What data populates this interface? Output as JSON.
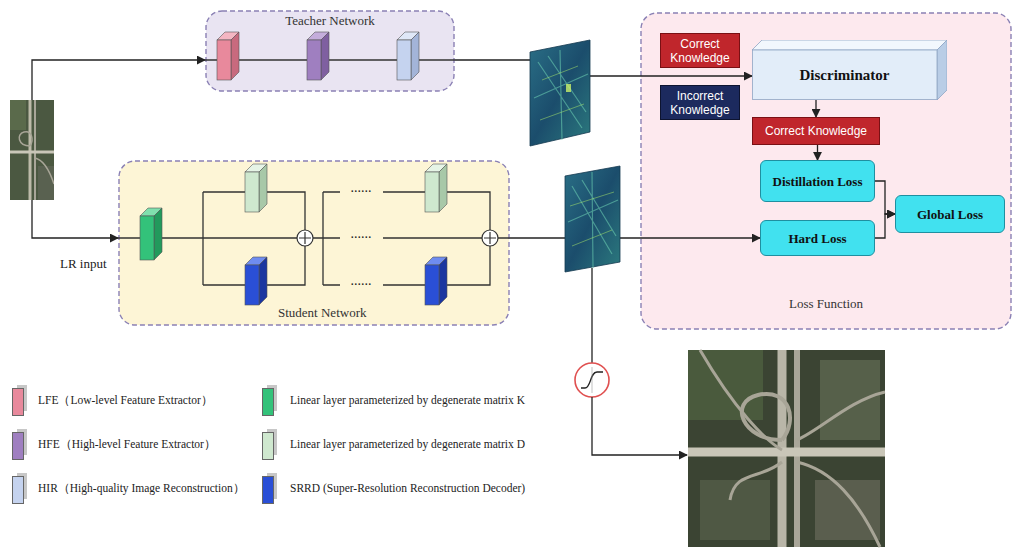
{
  "diagram": {
    "nodes": [
      {
        "text": [
          "Teacher Network"
        ]
      },
      {
        "text": [
          "Loss Function"
        ]
      },
      {
        "text": [
          "Correct Knowledge"
        ],
        "in": 1
      },
      {
        "text": [
          "Discriminator"
        ],
        "in": 1
      },
      {
        "text": [
          "Incorrect Knowledge"
        ],
        "in": 1
      },
      {
        "text": [
          "Correct Knowledge"
        ],
        "in": 1
      },
      {
        "text": [
          "LR input"
        ]
      },
      {
        "text": [
          "Student Network"
        ]
      },
      {
        "text": [
          "Distillation Loss"
        ],
        "in": 1
      },
      {
        "text": [
          "Hard Loss"
        ],
        "in": 1
      },
      {
        "text": [
          "Global Loss"
        ],
        "in": 1
      }
    ],
    "edges": [
      {
        "from": 6,
        "to": 0,
        "arrow": "to"
      },
      {
        "from": 6,
        "to": 7,
        "arrow": "to"
      },
      {
        "from": 0,
        "to": 3,
        "arrow": "to"
      },
      {
        "from": 3,
        "to": 5,
        "arrow": "to"
      },
      {
        "from": 5,
        "to": 8,
        "arrow": "to"
      },
      {
        "from": 8,
        "to": 10,
        "arrow": "to"
      },
      {
        "from": 9,
        "to": 10,
        "arrow": "to"
      },
      {
        "from": 7,
        "to": 9,
        "arrow": "to"
      }
    ],
    "labels": [
      "......",
      "......",
      "......"
    ],
    "legend": [
      {
        "text": "LFE（Low-level Feature Extractor）",
        "color": "#e8899c"
      },
      {
        "text": "Linear layer parameterized by degenerate matrix K",
        "color": "#33c27a"
      },
      {
        "text": "HFE（High-level Feature Extractor）",
        "color": "#9f7fc0"
      },
      {
        "text": "Linear layer parameterized by degenerate matrix D",
        "color": "#cfe8cf"
      },
      {
        "text": "HIR（High-quality Image Reconstruction）",
        "color": "#c5d3ef"
      },
      {
        "text": "SRRD (Super-Resolution Reconstruction Decoder)",
        "color": "#2a4fd6"
      }
    ]
  }
}
